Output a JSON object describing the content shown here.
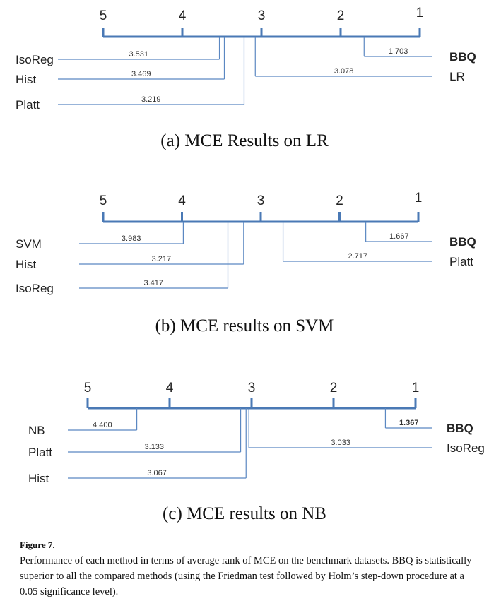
{
  "chart_data": [
    {
      "type": "critical-difference",
      "title": "(a) MCE Results on LR",
      "ticks": [
        "5",
        "4",
        "3",
        "2",
        "1"
      ],
      "xlim": [
        5,
        1
      ],
      "methods": [
        {
          "name": "IsoReg",
          "rank": 3.531,
          "label": "3.531",
          "side": "left",
          "bold": false
        },
        {
          "name": "Hist",
          "rank": 3.469,
          "label": "3.469",
          "side": "left",
          "bold": false
        },
        {
          "name": "Platt",
          "rank": 3.219,
          "label": "3.219",
          "side": "left",
          "bold": false
        },
        {
          "name": "BBQ",
          "rank": 1.703,
          "label": "1.703",
          "side": "right",
          "bold": true
        },
        {
          "name": "LR",
          "rank": 3.078,
          "label": "3.078",
          "side": "right",
          "bold": false
        }
      ]
    },
    {
      "type": "critical-difference",
      "title": "(b) MCE results on SVM",
      "ticks": [
        "5",
        "4",
        "3",
        "2",
        "1"
      ],
      "xlim": [
        5,
        1
      ],
      "methods": [
        {
          "name": "SVM",
          "rank": 3.983,
          "label": "3.983",
          "side": "left",
          "bold": false
        },
        {
          "name": "Hist",
          "rank": 3.217,
          "label": "3.217",
          "side": "left",
          "bold": false
        },
        {
          "name": "IsoReg",
          "rank": 3.417,
          "label": "3.417",
          "side": "left",
          "bold": false
        },
        {
          "name": "BBQ",
          "rank": 1.667,
          "label": "1.667",
          "side": "right",
          "bold": true
        },
        {
          "name": "Platt",
          "rank": 2.717,
          "label": "2.717",
          "side": "right",
          "bold": false
        }
      ]
    },
    {
      "type": "critical-difference",
      "title": "(c) MCE results on NB",
      "ticks": [
        "5",
        "4",
        "3",
        "2",
        "1"
      ],
      "xlim": [
        5,
        1
      ],
      "methods": [
        {
          "name": "NB",
          "rank": 4.4,
          "label": "4.400",
          "side": "left",
          "bold": false
        },
        {
          "name": "Platt",
          "rank": 3.133,
          "label": "3.133",
          "side": "left",
          "bold": false
        },
        {
          "name": "Hist",
          "rank": 3.067,
          "label": "3.067",
          "side": "left",
          "bold": false
        },
        {
          "name": "BBQ",
          "rank": 1.367,
          "label": "1.367",
          "side": "right",
          "bold": true
        },
        {
          "name": "IsoReg",
          "rank": 3.033,
          "label": "3.033",
          "side": "right",
          "bold": false
        }
      ]
    }
  ],
  "figure": {
    "title": "Figure 7.",
    "text": "Performance of each method in terms of average rank of MCE on the benchmark datasets. BBQ is statistically superior to all the compared methods (using the Friedman test followed by Holm’s step-down procedure at a 0.05 significance level)."
  }
}
